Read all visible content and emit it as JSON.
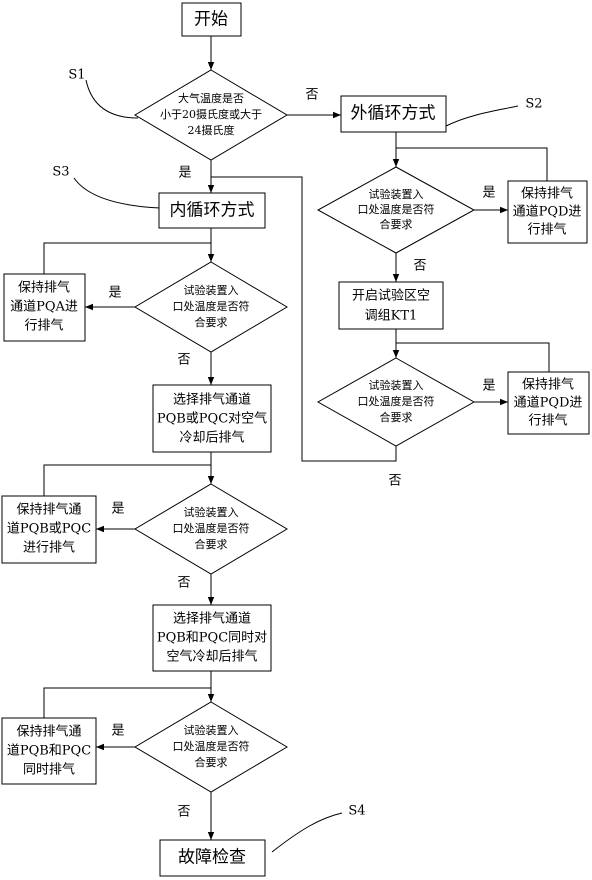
{
  "nodes": {
    "start": "开始",
    "d1": [
      "大气温度是否",
      "小于20摄氏度或大于",
      "24摄氏度"
    ],
    "outer": "外循环方式",
    "inner": "内循环方式",
    "dA": [
      "试验装置入",
      "口处温度是否符",
      "合要求"
    ],
    "keepA": [
      "保持排气",
      "通道PQA进",
      "行排气"
    ],
    "selBC": [
      "选择排气通道",
      "PQB或PQC对空气",
      "冷却后排气"
    ],
    "dBC": [
      "试验装置入",
      "口处温度是否符",
      "合要求"
    ],
    "keepBC": [
      "保持排气通",
      "道PQB或PQC",
      "进行排气"
    ],
    "selBandC": [
      "选择排气通道",
      "PQB和PQC同时对",
      "空气冷却后排气"
    ],
    "dBandC": [
      "试验装置入",
      "口处温度是否符",
      "合要求"
    ],
    "keepBandC": [
      "保持排气通",
      "道PQB和PQC",
      "同时排气"
    ],
    "fault": "故障检查",
    "dD1": [
      "试验装置入",
      "口处温度是否符",
      "合要求"
    ],
    "keepD1": [
      "保持排气",
      "通道PQD进",
      "行排气"
    ],
    "kt1": [
      "开启试验区空",
      "调组KT1"
    ],
    "dD2": [
      "试验装置入",
      "口处温度是否符",
      "合要求"
    ],
    "keepD2": [
      "保持排气",
      "通道PQD进",
      "行排气"
    ]
  },
  "labels": {
    "yes": "是",
    "no": "否"
  },
  "steps": {
    "s1": "S1",
    "s2": "S2",
    "s3": "S3",
    "s4": "S4"
  }
}
